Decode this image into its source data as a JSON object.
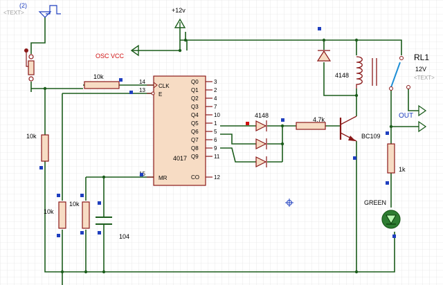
{
  "source": {
    "number": "(2)",
    "text_hint": "<TEXT>"
  },
  "power": {
    "vcc_label": "+12v",
    "osc_label": "OSC VCC"
  },
  "resistors": {
    "r_clk": "10k",
    "r_left": "10k",
    "r_mid": "10k",
    "r_right": "10k",
    "r_base": "4.7k",
    "r_led": "1k"
  },
  "capacitor": {
    "value": "104"
  },
  "ic": {
    "name": "4017",
    "left_pins": [
      {
        "num": "14",
        "name": "CLK"
      },
      {
        "num": "13",
        "name": "E"
      },
      {
        "num": "15",
        "name": "MR"
      }
    ],
    "right_pins": [
      {
        "name": "Q0",
        "num": "3"
      },
      {
        "name": "Q1",
        "num": "2"
      },
      {
        "name": "Q2",
        "num": "4"
      },
      {
        "name": "Q3",
        "num": "7"
      },
      {
        "name": "Q4",
        "num": "10"
      },
      {
        "name": "Q5",
        "num": "1"
      },
      {
        "name": "Q6",
        "num": "5"
      },
      {
        "name": "Q7",
        "num": "6"
      },
      {
        "name": "Q8",
        "num": "9"
      },
      {
        "name": "Q9",
        "num": "11"
      },
      {
        "name": "CO",
        "num": "12"
      }
    ]
  },
  "diodes": {
    "array_label": "4148",
    "flyback_label": "4148"
  },
  "transistor": {
    "label": "BC109"
  },
  "relay": {
    "name": "RL1",
    "voltage": "12V",
    "text_hint": "<TEXT>"
  },
  "output": {
    "label": "OUT"
  },
  "led": {
    "label": "GREEN"
  },
  "colors": {
    "wire": "#1a5c1a",
    "body": "#f7dcc4",
    "outline": "#8a1818",
    "grid": "#dcdcdc",
    "marker": "#1f3fbf",
    "osc": "#d01010",
    "out": "#1f3fbf"
  }
}
